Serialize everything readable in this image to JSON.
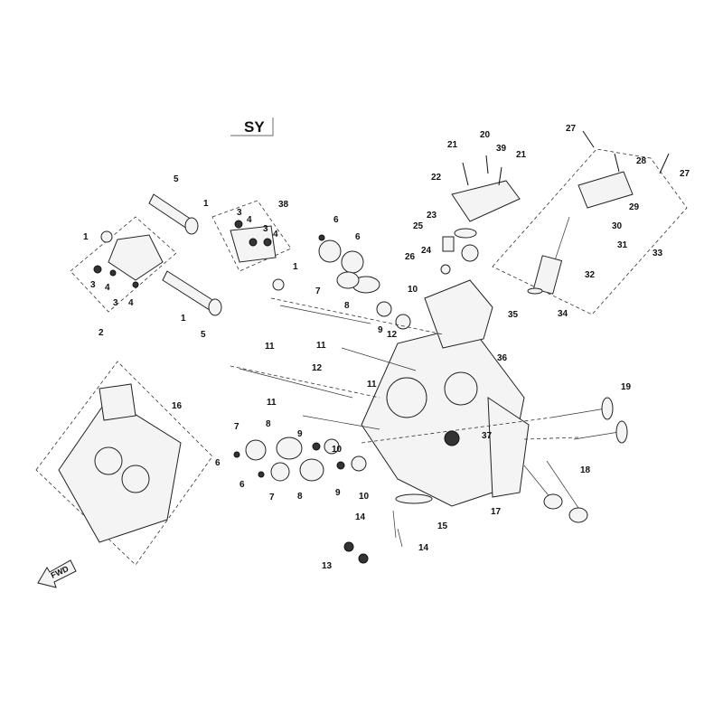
{
  "title": "SY",
  "direction_marker": "FWD",
  "callouts": [
    "5",
    "1",
    "38",
    "3",
    "4",
    "3",
    "4",
    "1",
    "3",
    "4",
    "3",
    "4",
    "2",
    "1",
    "5",
    "1",
    "6",
    "6",
    "7",
    "8",
    "10",
    "9",
    "11",
    "12",
    "11",
    "11",
    "12",
    "11",
    "21",
    "20",
    "39",
    "21",
    "22",
    "23",
    "25",
    "24",
    "26",
    "35",
    "36",
    "27",
    "28",
    "27",
    "29",
    "30",
    "31",
    "33",
    "32",
    "34",
    "16",
    "7",
    "8",
    "9",
    "10",
    "6",
    "6",
    "7",
    "8",
    "9",
    "10",
    "37",
    "19",
    "18",
    "17",
    "15",
    "14",
    "14",
    "13"
  ]
}
